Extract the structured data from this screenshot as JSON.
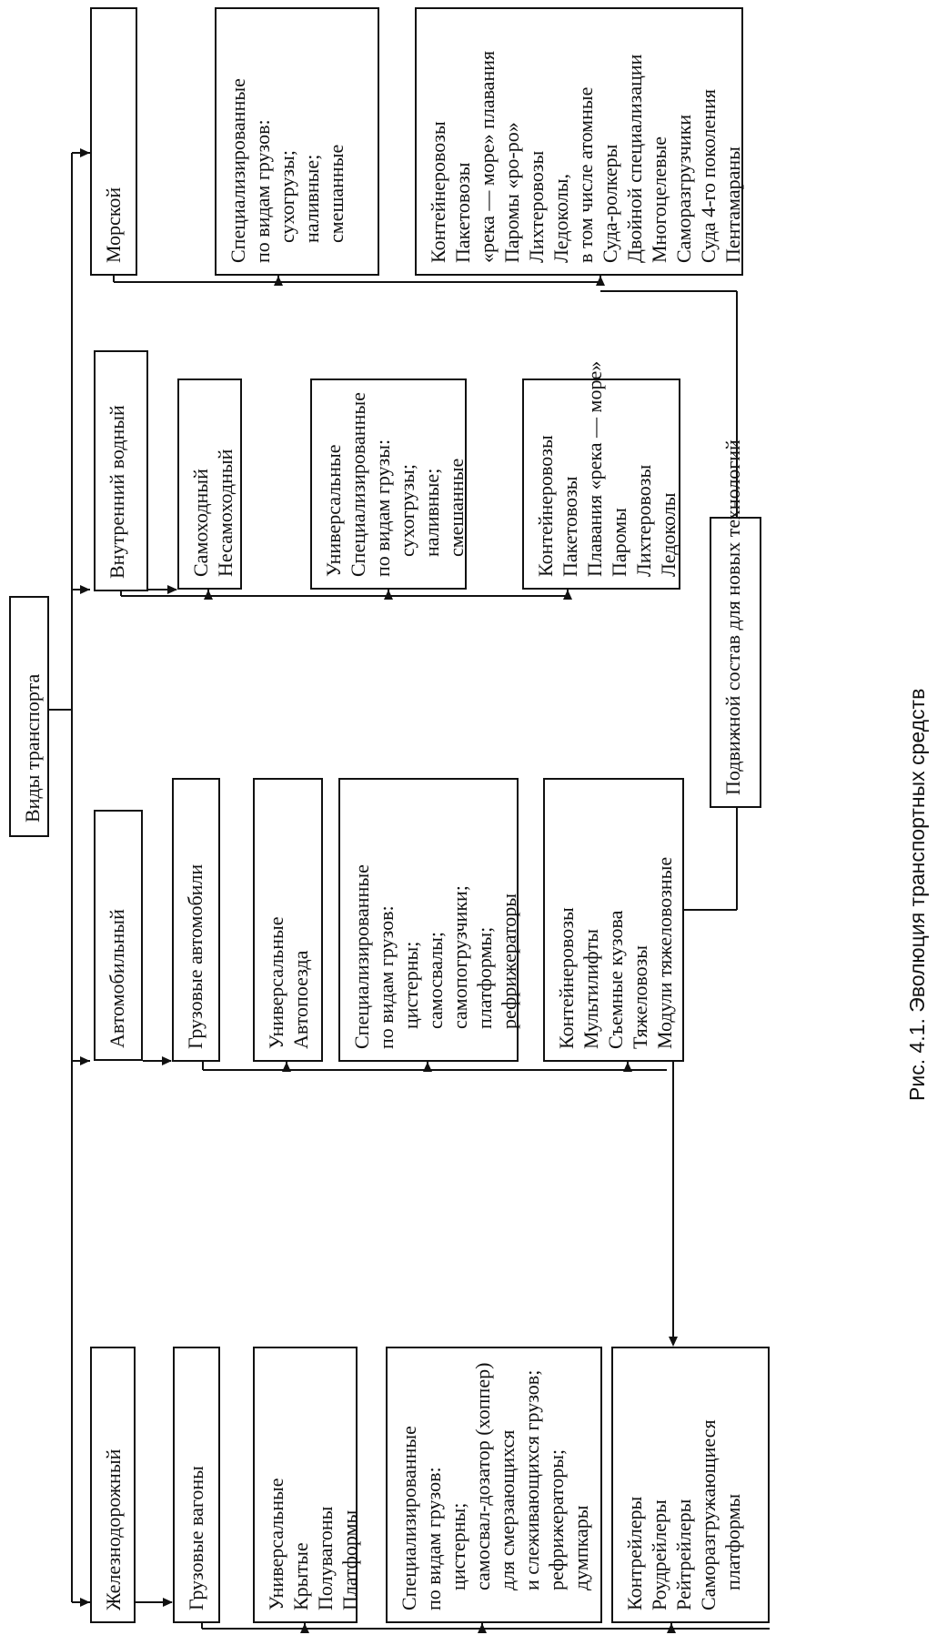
{
  "root": {
    "label": "Виды транспорта"
  },
  "modes": {
    "rail": "Железнодорожный",
    "auto": "Автомобильный",
    "inland": "Внутренний водный",
    "sea": "Морской"
  },
  "rail": {
    "wagons": "Грузовые вагоны",
    "universal": [
      "Универсальные",
      "Крытые",
      "Полувагоны",
      "Платформы"
    ],
    "specialized": [
      "Специализированные",
      "по видам грузов:",
      "    цистерны;",
      "    самосвал-дозатор (хоппер)",
      "    для смерзающихся",
      "    и слеживающихся грузов;",
      "    рефрижераторы;",
      "    думпкары"
    ],
    "new": [
      "Контрейлеры",
      "Роудрейлеры",
      "Рейтрейлеры",
      "Саморазгружающиеся",
      "    платформы"
    ]
  },
  "auto": {
    "trucks": "Грузовые автомобили",
    "universal": [
      "Универсальные",
      "Автопоезда"
    ],
    "specialized": [
      "Специализированные",
      "по видам грузов:",
      "    цистерны;",
      "    самосвалы;",
      "    самопогрузчики;",
      "    платформы;",
      "    рефрижераторы"
    ],
    "new": [
      "Контейнеровозы",
      "Мультилифты",
      "Съемные кузова",
      "Тяжеловозы",
      "Модули тяжеловозные"
    ]
  },
  "inland": {
    "types": [
      "Самоходный",
      "Несамоходный"
    ],
    "specialized": [
      "Универсальные",
      "Специализированные",
      "по видам грузы:",
      "    сухогрузы;",
      "    наливные;",
      "    смешанные"
    ],
    "new": [
      "Контейнеровозы",
      "Пакетовозы",
      "Плавания «река — море»",
      "Паромы",
      "Лихтеровозы",
      "Ледоколы"
    ]
  },
  "sea": {
    "specialized": [
      "Специализированные",
      "по видам грузов:",
      "    сухогрузы;",
      "    наливные;",
      "    смешанные"
    ],
    "new": [
      "Контейнеровозы",
      "Пакетовозы",
      "«река — море» плавания",
      "Паромы «ро-ро»",
      "Лихтеровозы",
      "Ледоколы,",
      "в том числе атомные",
      "Суда-ролкеры",
      "Двойной специализации",
      "Многоцелевые",
      "Саморазгрузчики",
      "Суда 4-го поколения",
      "Пентамараны"
    ]
  },
  "new_tech": "Подвижной состав для новых технологий",
  "caption": "Рис. 4.1. Эволюция транспортных средств",
  "colors": {
    "line": "#111111",
    "background": "#ffffff"
  }
}
